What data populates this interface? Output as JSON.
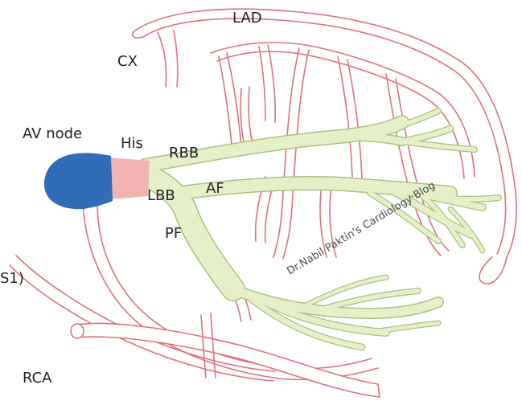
{
  "labels": {
    "lad": "LAD",
    "cx": "CX",
    "av_node": "AV node",
    "his": "His",
    "rbb": "RBB",
    "lbb": "LBB",
    "af": "AF",
    "pf": "PF",
    "s1": "S1)",
    "rca": "RCA"
  },
  "watermark": "Dr.Nabil Paktin's Cardiology Blog",
  "colors": {
    "artery": "#e0707a",
    "av_node": "#2f6db8",
    "his": "#f3b3b3",
    "conduction_fill": "#e5f0c8",
    "conduction_edge": "#a9c07f",
    "text": "#222222"
  }
}
